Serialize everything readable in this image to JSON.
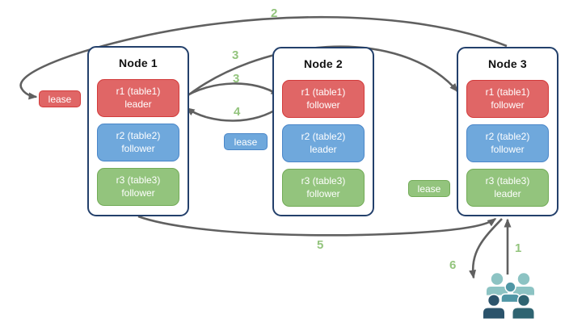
{
  "nodes": [
    {
      "title": "Node 1",
      "replicas": [
        {
          "name": "r1 (table1)",
          "role": "leader",
          "color": "red"
        },
        {
          "name": "r2 (table2)",
          "role": "follower",
          "color": "blue"
        },
        {
          "name": "r3 (table3)",
          "role": "follower",
          "color": "green"
        }
      ]
    },
    {
      "title": "Node 2",
      "replicas": [
        {
          "name": "r1 (table1)",
          "role": "follower",
          "color": "red"
        },
        {
          "name": "r2 (table2)",
          "role": "leader",
          "color": "blue"
        },
        {
          "name": "r3 (table3)",
          "role": "follower",
          "color": "green"
        }
      ]
    },
    {
      "title": "Node 3",
      "replicas": [
        {
          "name": "r1 (table1)",
          "role": "follower",
          "color": "red"
        },
        {
          "name": "r2 (table2)",
          "role": "follower",
          "color": "blue"
        },
        {
          "name": "r3 (table3)",
          "role": "leader",
          "color": "green"
        }
      ]
    }
  ],
  "leases": [
    {
      "color": "red",
      "label": "lease"
    },
    {
      "color": "blue",
      "label": "lease"
    },
    {
      "color": "green",
      "label": "lease"
    }
  ],
  "steps": {
    "s1": "1",
    "s2": "2",
    "s3a": "3",
    "s3b": "3",
    "s4": "4",
    "s5": "5",
    "s6": "6"
  },
  "icons": {
    "client": "users-group-icon"
  },
  "colors": {
    "red_fill": "#e06666",
    "red_border": "#d23b3b",
    "blue_fill": "#6fa8dc",
    "blue_border": "#4a86c8",
    "green_fill": "#93c47d",
    "green_border": "#72ab57",
    "node_border": "#23406b",
    "arrow": "#606060",
    "step_label": "#93c47d",
    "client_light_teal": "#8cc3c3",
    "client_medium_teal": "#4f96a5",
    "client_dark_navy": "#2b536b",
    "client_dark_teal": "#2f6471",
    "background": "#ffffff"
  }
}
